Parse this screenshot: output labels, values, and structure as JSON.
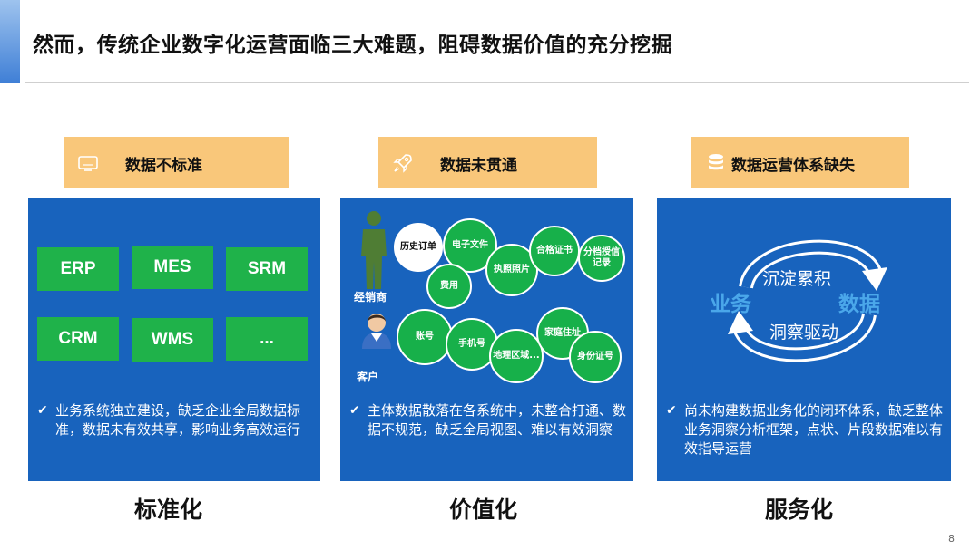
{
  "title": "然而，传统企业数字化运营面临三大难题，阻碍数据价值的充分挖掘",
  "page_number": "8",
  "colors": {
    "accent": "#1863bd",
    "header_box": "#f9c77a",
    "system_box": "#1fb24a",
    "cycle_word": "#4aa7ea"
  },
  "columns": [
    {
      "header": "数据不标准",
      "icon": "monitor-icon",
      "systems": [
        "ERP",
        "MES",
        "SRM",
        "CRM",
        "WMS",
        "..."
      ],
      "description": "业务系统独立建设，缺乏企业全局数据标准，数据未有效共享，影响业务高效运行",
      "caption": "标准化"
    },
    {
      "header": "数据未贯通",
      "icon": "rocket-icon",
      "persons": [
        "经销商",
        "客户"
      ],
      "bubbles_top": [
        "历史订单",
        "电子文件",
        "费用",
        "执照照片",
        "合格证书",
        "分档授信记录"
      ],
      "bubbles_bottom": [
        "账号",
        "手机号",
        "地理区域...",
        "家庭住址",
        "身份证号"
      ],
      "description": "主体数据散落在各系统中，未整合打通、数据不规范，缺乏全局视图、难以有效洞察",
      "caption": "价值化"
    },
    {
      "header": "数据运营体系缺失",
      "icon": "database-icon",
      "cycle": {
        "left": "业务",
        "right": "数据",
        "top": "沉淀累积",
        "bottom": "洞察驱动"
      },
      "description": "尚未构建数据业务化的闭环体系，缺乏整体业务洞察分析框架，点状、片段数据难以有效指导运营",
      "caption": "服务化"
    }
  ]
}
